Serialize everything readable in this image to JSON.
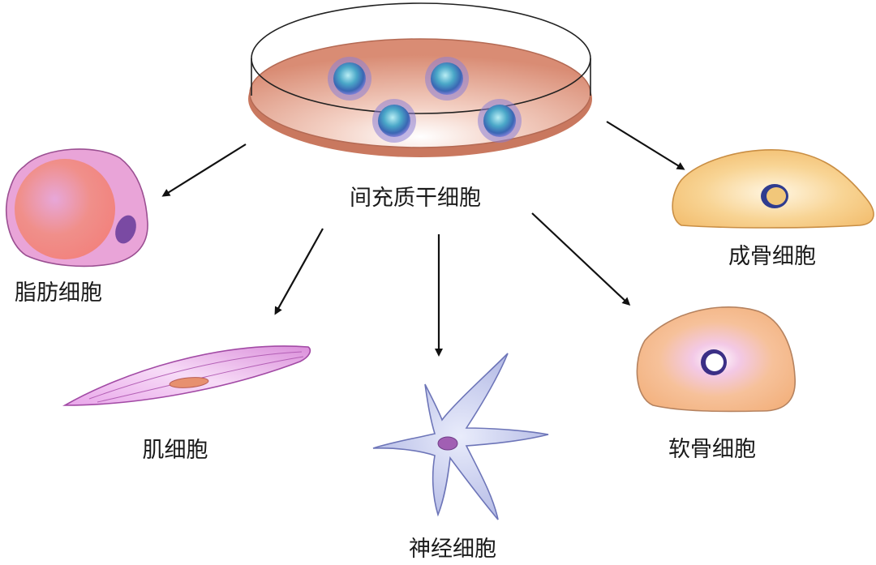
{
  "center": {
    "label": "间充质干细胞",
    "icon": "petri-dish-icon"
  },
  "cells": [
    {
      "id": "adipocyte",
      "label": "脂肪细胞",
      "icon": "fat-cell-icon"
    },
    {
      "id": "myocyte",
      "label": "肌细胞",
      "icon": "muscle-cell-icon"
    },
    {
      "id": "neuron",
      "label": "神经细胞",
      "icon": "nerve-cell-icon"
    },
    {
      "id": "chondrocyte",
      "label": "软骨细胞",
      "icon": "cartilage-cell-icon"
    },
    {
      "id": "osteoblast",
      "label": "成骨细胞",
      "icon": "bone-cell-icon"
    }
  ],
  "colors": {
    "dish_medium": "#e2a08c",
    "dish_rim": "#c9785f",
    "stem_cell": "#4f8fd0",
    "adipocyte": "#e9a7d9",
    "myocyte": "#e7a3e6",
    "neuron": "#b9c0e8",
    "chondrocyte": "#f6bd8c",
    "osteoblast": "#f6c878",
    "arrow": "#111111"
  }
}
